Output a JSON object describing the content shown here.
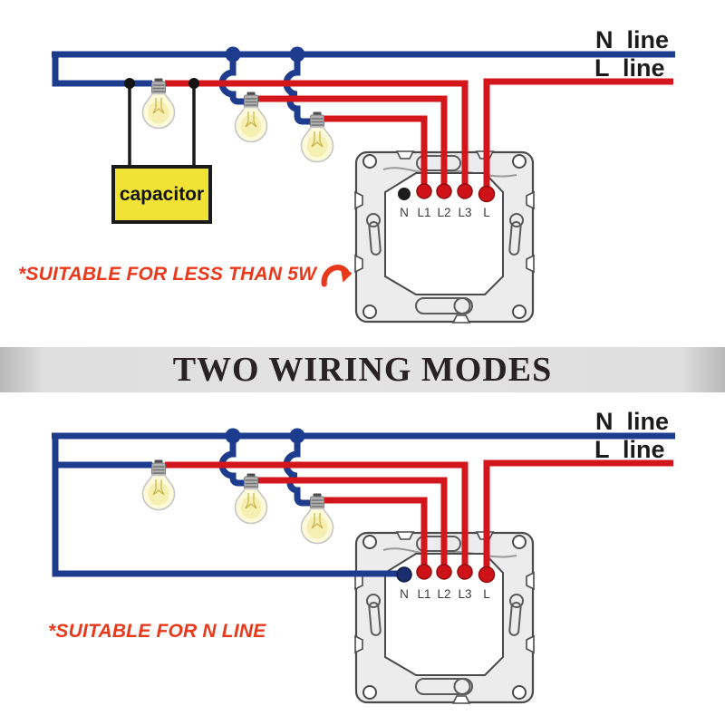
{
  "title_band": {
    "title": "TWO WIRING MODES"
  },
  "colors": {
    "neutral_wire_blue": "#1e3c8e",
    "live_wire_red": "#d2161b",
    "capacitor_wire_black": "#1a1a1a",
    "note_red": "#e8391b",
    "capacitor_yellow": "#f0e335",
    "plate_gray": "#ececec",
    "bulb_glass_yellow": "#fdf9d9"
  },
  "wiring_mode_1": {
    "n_line_label": "N  line",
    "l_line_label": "L  line",
    "capacitor_label": "capacitor",
    "note": "*SUITABLE FOR LESS THAN 5W",
    "bulb_count": 3,
    "terminals": [
      "N",
      "L1",
      "L2",
      "L3",
      "L"
    ]
  },
  "wiring_mode_2": {
    "n_line_label": "N  line",
    "l_line_label": "L  line",
    "note": "*SUITABLE FOR N LINE",
    "bulb_count": 3,
    "terminals": [
      "N",
      "L1",
      "L2",
      "L3",
      "L"
    ]
  }
}
